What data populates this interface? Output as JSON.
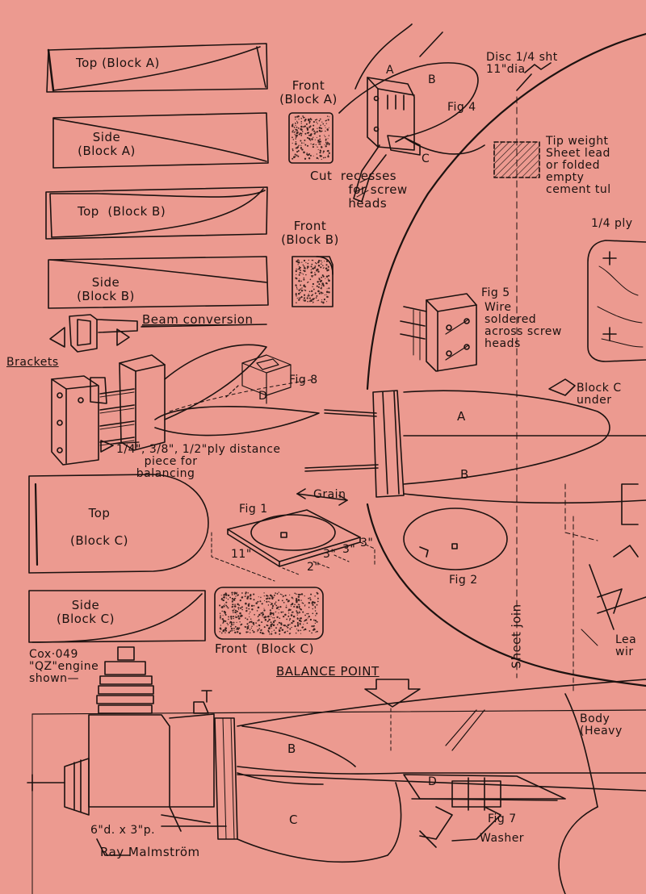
{
  "colors": {
    "paper": "#ec9a90",
    "ink": "#1c1210",
    "stipple": "#3a2420"
  },
  "labels": {
    "top_block_a": "Top (Block A)",
    "front_block_a": "Front\n(Block A)",
    "side_block_a": "Side\n(Block A)",
    "top_block_b": "Top  (Block B)",
    "front_block_b": "Front\n(Block B)",
    "side_block_b": "Side\n(Block B)",
    "beam_conversion": "Beam conversion",
    "brackets": "Brackets",
    "ply_distance": "1/4\", 3/8\", 1/2\"ply distance\n       piece for\n     balancing",
    "fig8": "Fig 8",
    "fig8_d": "D",
    "top_block_c": "Top\n\n(Block C)",
    "fig1": "Fig 1",
    "grain": "Grain",
    "dim_11": "11\"",
    "dim_3a": "3\"",
    "dim_3b": "3\"",
    "dim_3c": "3\"",
    "dim_2": "2\"",
    "side_block_c": "Side\n(Block C)",
    "front_block_c": "Front  (Block C)",
    "cox_engine": "Cox·049\n\"QZ\"engine\nshown—",
    "balance_point": "BALANCE POINT",
    "prop_size": "6\"d. x 3\"p.",
    "author": "Ray Malmström",
    "fig4": "Fig 4",
    "fig4_a": "A",
    "fig4_b": "B",
    "fig4_c": "C",
    "cut_recesses": "Cut  recesses\n         for screw\n         heads",
    "disc": "Disc 1/4 sht\n11\"dia",
    "tip_weight": "Tip weight\nSheet lead\nor folded\nempty\ncement tul",
    "quarter_ply": "1/4 ply",
    "fig5": "Fig 5",
    "wire_soldered": "Wire\nsoldered\nacross screw\nheads",
    "block_c_under": "Block C\nunder",
    "section_a": "A",
    "section_b": "B",
    "fig2": "Fig 2",
    "sheet_join": "Sheet join",
    "lead_wire": "Lea\nwir",
    "body_heavy": "Body\n(Heavy",
    "bottom_b": "B",
    "bottom_c": "C",
    "bottom_d": "D",
    "fig7": "Fig 7",
    "washer": "Washer"
  }
}
